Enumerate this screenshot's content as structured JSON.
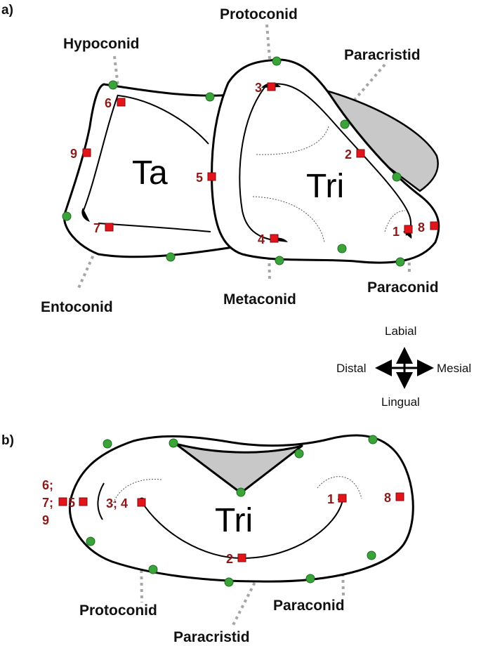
{
  "panels": {
    "a": "a)",
    "b": "b)"
  },
  "panel_a": {
    "cusps": {
      "protoconid": "Protoconid",
      "hypoconid": "Hypoconid",
      "paracristid": "Paracristid",
      "entoconid": "Entoconid",
      "metaconid": "Metaconid",
      "paraconid": "Paraconid"
    },
    "regions": {
      "talonid": "Ta",
      "trigonid": "Tri"
    },
    "landmarks": [
      "1",
      "2",
      "3",
      "4",
      "5",
      "6",
      "7",
      "8",
      "9"
    ]
  },
  "compass": {
    "labial": "Labial",
    "lingual": "Lingual",
    "distal": "Distal",
    "mesial": "Mesial"
  },
  "panel_b": {
    "region": "Tri",
    "cusps": {
      "protoconid": "Protoconid",
      "paraconid": "Paraconid",
      "paracristid": "Paracristid"
    },
    "landmarks": {
      "l6": "6;",
      "l7": "7;",
      "l9": "9",
      "l5": "5",
      "l34": "3; 4",
      "l1": "1",
      "l8": "8",
      "l2": "2"
    }
  },
  "colors": {
    "semilandmark": "#3aa33a",
    "landmark": "#e3151a",
    "landmark_label": "#8b1a1a",
    "shading": "#c8c8c8"
  }
}
